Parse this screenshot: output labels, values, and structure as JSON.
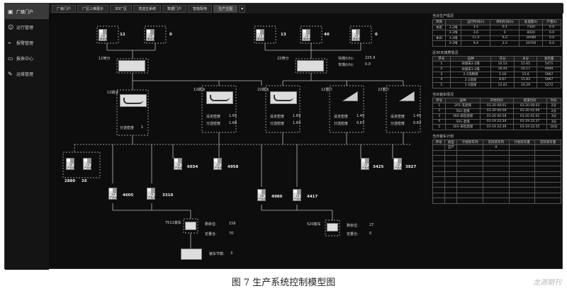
{
  "sidebar": {
    "items": [
      {
        "label": "厂级门户",
        "icon": "home-icon",
        "glyph": "▣",
        "active": true
      },
      {
        "label": "运行管理",
        "icon": "users-icon",
        "glyph": "☺",
        "active": false
      },
      {
        "label": "报警管理",
        "icon": "chart-icon",
        "glyph": "⌁",
        "active": false
      },
      {
        "label": "报表中心",
        "icon": "monitor-icon",
        "glyph": "▭",
        "active": false
      },
      {
        "label": "运维管理",
        "icon": "wrench-icon",
        "glyph": "✎",
        "active": false
      }
    ]
  },
  "tabs": [
    {
      "label": "厂级门户",
      "active": false
    },
    {
      "label": "厂区三维展示",
      "active": false
    },
    {
      "label": "3D厂区",
      "active": false
    },
    {
      "label": "洗选生系统",
      "active": false
    },
    {
      "label": "数据门户",
      "active": false
    },
    {
      "label": "智能配电",
      "active": false
    },
    {
      "label": "生产主图",
      "active": true
    }
  ],
  "diagram": {
    "top_units": [
      {
        "id": "8#",
        "name": "原煤仓",
        "value": "12"
      },
      {
        "id": "5#",
        "name": "原煤仓",
        "value": "0"
      },
      {
        "id": "1#",
        "name": "原煤仓",
        "value": "13"
      },
      {
        "id": "2#",
        "name": "原煤仓",
        "value": "40"
      },
      {
        "id": "3#",
        "name": "原煤仓",
        "value": "0"
      }
    ],
    "screens": [
      {
        "label": "12筛分"
      },
      {
        "label": "22筛分"
      }
    ],
    "flow": {
      "block": "块煤(t/h):",
      "block_val": "225.9",
      "fine": "末煤(t/h):",
      "fine_val": "0.0"
    },
    "washers": [
      {
        "label": "12跳汰",
        "set_lbl": "分选密度",
        "set": "1"
      },
      {
        "label": "12跳汰",
        "set_lbl": "设定密度",
        "set": "1.65",
        "act_lbl": "分选密度",
        "act": "1.68"
      },
      {
        "label": "22跳汰",
        "set_lbl": "设定密度",
        "set": "1.69",
        "act_lbl": "分选密度",
        "act": "1.69"
      },
      {
        "label": "12重介",
        "set_lbl": "设定密度",
        "set": "1.45",
        "act_lbl": "分选密度",
        "act": "0.87"
      },
      {
        "label": "22重介",
        "set_lbl": "设定密度",
        "set": "1.45",
        "act_lbl": "分选密度",
        "act": "0.83"
      }
    ],
    "bins_upper": [
      {
        "id": "3#",
        "name": "产品仓",
        "value": "2880"
      },
      {
        "id": "2#",
        "name": "产品仓",
        "value": "26"
      },
      {
        "id": "3#",
        "name": "产品仓",
        "value": "6034"
      },
      {
        "id": "4#",
        "name": "产品仓",
        "value": "4958"
      },
      {
        "id": "2#",
        "name": "产品仓",
        "value": "3425"
      },
      {
        "id": "1#",
        "name": "产品仓",
        "value": "3827"
      }
    ],
    "bins_lower": [
      {
        "id": "5#",
        "name": "产品仓",
        "value": "4605"
      },
      {
        "id": "7#",
        "name": "产品仓",
        "value": "3310"
      },
      {
        "id": "6#",
        "name": "产品仓",
        "value": "4980"
      },
      {
        "id": "5#",
        "name": "产品仓",
        "value": "4417"
      }
    ],
    "load_a": {
      "label": "7511装车",
      "k1": "剩余位:",
      "v1": "156",
      "k2": "定量仓:",
      "v2": "70"
    },
    "load_b": {
      "label": "520装车",
      "k1": "剩余位:",
      "v1": "27",
      "k2": "定量仓:",
      "v2": "0"
    },
    "train": {
      "k": "装车节数:",
      "v": "3"
    }
  },
  "right": {
    "prod": {
      "title": "当日生产情况",
      "headers": [
        "项目",
        "",
        "运行时间(h)",
        "停机时间(h)",
        "处理量(t)",
        "产量(t)"
      ],
      "rows": [
        [
          "本班",
          "1-2线",
          "3.5",
          "0.1",
          "7320",
          "0.0"
        ],
        [
          "",
          "2-2线",
          "3.6",
          "0",
          "8020",
          "0.0"
        ],
        [
          "本日",
          "1-2线",
          "11.4",
          "6.2",
          "34080",
          "0.0"
        ],
        [
          "",
          "2-2线",
          "9.4",
          "2.2",
          "20700",
          "0.0"
        ]
      ]
    },
    "coal": {
      "title": "近30天煤质情况",
      "headers": [
        "序号",
        "品种",
        "灰分",
        "水分",
        "发热量"
      ],
      "rows": [
        [
          "1",
          "块煤末2-2煤",
          "10.53",
          "15.65",
          "5471"
        ],
        [
          "2",
          "块煤末1-2煤",
          "16.44",
          "16.17",
          "4940"
        ],
        [
          "3",
          "2-2洗精煤",
          "5.18",
          "15.6",
          "5967"
        ],
        [
          "4",
          "2-2混煤",
          "8.67",
          "15.83",
          "5667"
        ],
        [
          "5",
          "1-2混煤",
          "12.81",
          "16.29",
          "5272"
        ]
      ]
    },
    "loading": {
      "title": "当日装车情况",
      "headers": [
        "序号",
        "品种",
        "开始时间",
        "结束时间",
        "时长"
      ],
      "rows": [
        [
          "1",
          "201-洗混煤",
          "01-20 08:01",
          "01-20 08:03",
          "2分"
        ],
        [
          "2",
          "502-混煤",
          "01-20 00:58",
          "01-20 01:00",
          "2分"
        ],
        [
          "3",
          "360-末粒混煤",
          "01-20 00:58",
          "01-20 01:01",
          "3分"
        ],
        [
          "4",
          "501-混煤",
          "01-19 22:34",
          "01-19 22:37",
          "3分"
        ],
        [
          "5",
          "301-末粒混煤",
          "01-19 22:39",
          "01-19 22:55",
          "16分"
        ]
      ]
    },
    "plan": {
      "title": "当日装车计划",
      "headers": [
        "序号",
        "类型",
        "计划装车列",
        "实际装车列",
        "计划装车量",
        "实际装车量"
      ],
      "rows": [
        [
          "",
          "自产",
          "",
          "0",
          "",
          ""
        ]
      ]
    }
  },
  "caption": "图 7   生产系统控制模型图",
  "watermark": "龙源期刊"
}
